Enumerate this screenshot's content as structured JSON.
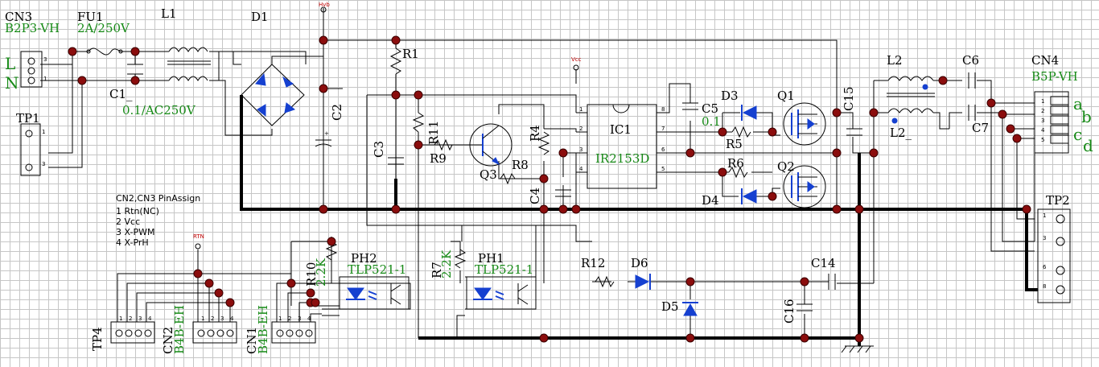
{
  "title": "",
  "labels": {
    "cn3": "CN3",
    "cn3_val": "B2P3-VH",
    "fu1": "FU1",
    "fu1_val": "2A/250V",
    "l1": "L1",
    "d1": "D1",
    "hvb": "Hvb",
    "line_l": "L",
    "line_n": "N",
    "c1": "C1_",
    "c1_val": "0.1/AC250V",
    "tp1": "TP1",
    "r1": "R1",
    "c2": "C2",
    "c3": "C3",
    "r11": "R11",
    "r9": "R9",
    "q3": "Q3",
    "r4": "R4",
    "r8": "R8",
    "c4": "C4",
    "vcc": "Vcc",
    "ic1": "IC1",
    "ic1_val": "IR2153D",
    "c5": "C5",
    "c5_val": "0.1",
    "d3": "D3",
    "r5": "R5",
    "q1": "Q1",
    "r6": "R6",
    "d4": "D4",
    "q2": "Q2",
    "c15": "C15",
    "l2": "L2",
    "l2b": "L2_",
    "c6": "C6",
    "c7": "C7",
    "cn4": "CN4",
    "cn4_val": "B5P-VH",
    "out_a": "a",
    "out_b": "b",
    "out_c": "c",
    "out_d": "d",
    "tp2": "TP2",
    "rtn": "RTN",
    "r10": "R10",
    "r10_val": "2.2K",
    "ph2": "PH2",
    "ph2_val": "TLP521-1",
    "r7": "R7",
    "r7_val": "2.2K",
    "ph1": "PH1",
    "ph1_val": "TLP521-1",
    "r12": "R12",
    "d6": "D6",
    "d5": "D5",
    "c14": "C14",
    "c16": "C16",
    "tp4": "TP4",
    "cn2": "CN2",
    "cn2_val": "B4B-EH",
    "cn1": "CN1",
    "cn1_val": "B4B-EH"
  },
  "pin_assign": {
    "heading": "CN2,CN3 PinAssign",
    "lines": [
      "1 Rtn(NC)",
      "2 Vcc",
      "3 X-PWM",
      "4 X-PrH"
    ]
  },
  "pins": {
    "cn3": [
      "3",
      "1"
    ],
    "tp1": [
      "1",
      "3"
    ],
    "ic1_left": [
      "1",
      "2",
      "3",
      "4"
    ],
    "ic1_right": [
      "8",
      "7",
      "6",
      "5"
    ],
    "cn4": [
      "1",
      "2",
      "3",
      "4",
      "5"
    ],
    "tp2": [
      "1",
      "3",
      "6",
      "8"
    ],
    "tp4": [
      "1",
      "2",
      "3",
      "4"
    ],
    "cn2": [
      "1",
      "2",
      "3",
      "4"
    ],
    "cn1": [
      "1",
      "2",
      "3",
      "4"
    ]
  },
  "colors": {
    "wire": "#000000",
    "junction": "#8b0d0d",
    "symbol": "#1540d0",
    "value_text": "#178a17",
    "grid": "#c6c6c6"
  }
}
